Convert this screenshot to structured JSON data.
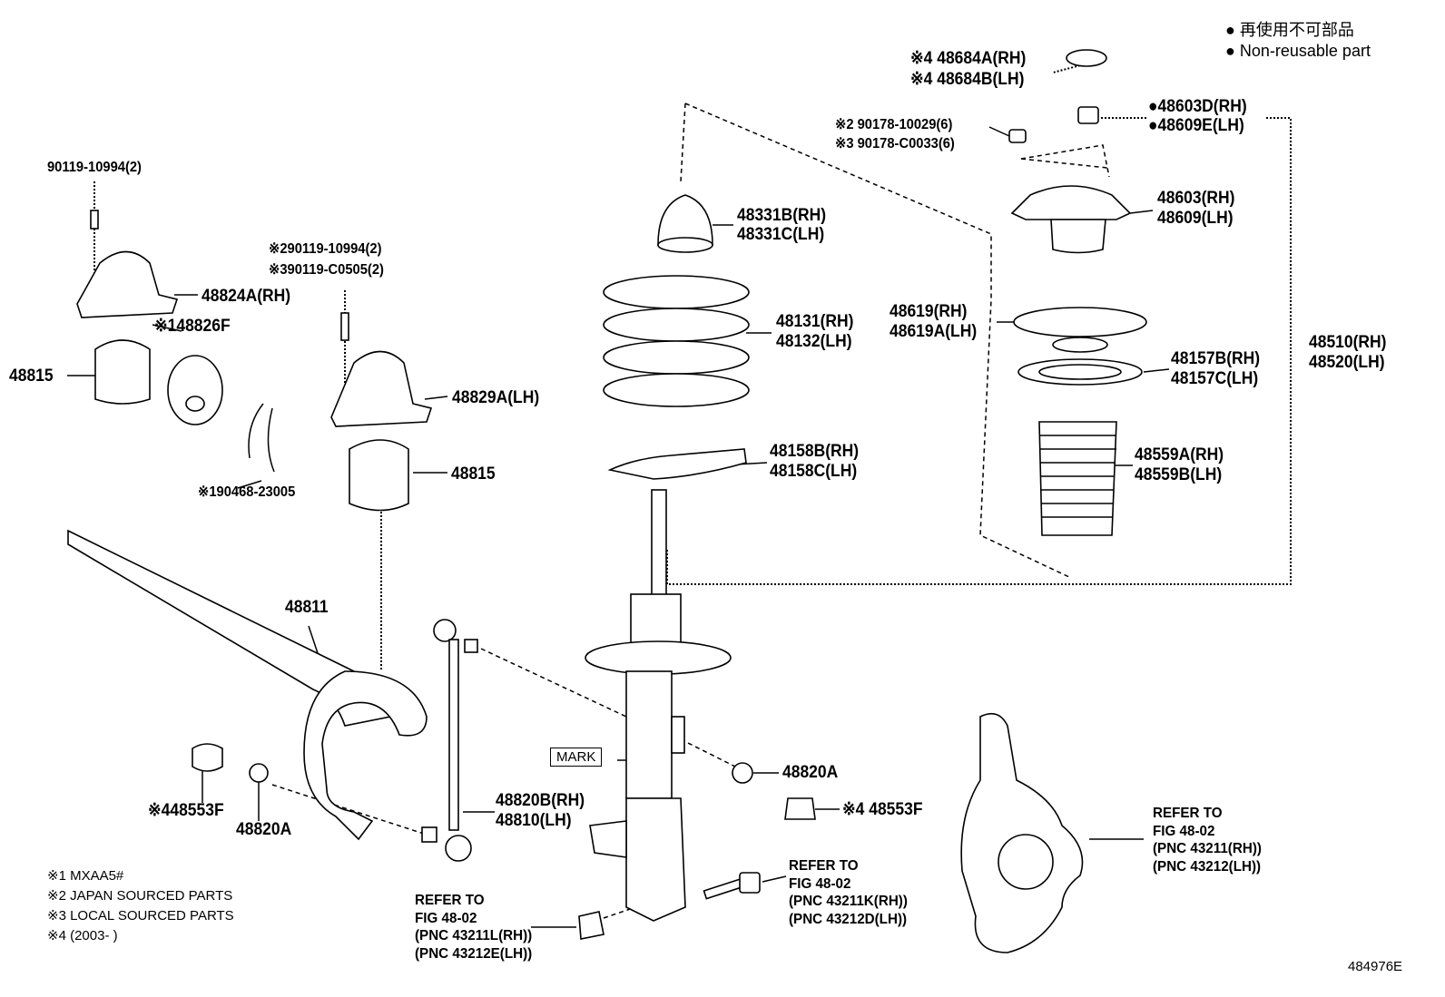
{
  "legend": {
    "jp": "● 再使用不可部品",
    "en": "● Non-reusable part"
  },
  "labels": {
    "p48684a": "※4 48684A(RH)",
    "p48684b": "※4 48684B(LH)",
    "p48603d": "●48603D(RH)",
    "p48609e": "●48609E(LH)",
    "n90178a": "※2 90178-10029(6)",
    "n90178b": "※3 90178-C0033(6)",
    "p48603": "48603(RH)",
    "p48609": "48609(LH)",
    "p48331b": "48331B(RH)",
    "p48331c": "48331C(LH)",
    "b90119": "90119-10994(2)",
    "b90119j": "※290119-10994(2)",
    "b90119l": "※390119-C0505(2)",
    "p48824a": "48824A(RH)",
    "p48826f": "※148826F",
    "p48815a": "48815",
    "p48829a": "48829A(LH)",
    "p48131": "48131(RH)",
    "p48132": "48132(LH)",
    "p48619": "48619(RH)",
    "p48619a": "48619A(LH)",
    "p48157b": "48157B(RH)",
    "p48157c": "48157C(LH)",
    "p48510": "48510(RH)",
    "p48520": "48520(LH)",
    "p48158b": "48158B(RH)",
    "p48158c": "48158C(LH)",
    "p48559a": "48559A(RH)",
    "p48559b": "48559B(LH)",
    "p48815b": "48815",
    "p90468": "※190468-23005",
    "p48811": "48811",
    "mark": "MARK",
    "p48820a1": "48820A",
    "p48553f1": "※4 48553F",
    "p48553f2": "※448553F",
    "p48820a2": "48820A",
    "p48820b": "48820B(RH)",
    "p48810": "48810(LH)",
    "diagram_id": "484976E"
  },
  "refs": {
    "knuckle": [
      "REFER TO",
      "FIG 48-02",
      "(PNC 43211(RH))",
      "(PNC 43212(LH))"
    ],
    "bolt": [
      "REFER TO",
      "FIG 48-02",
      "(PNC 43211K(RH))",
      "(PNC 43212D(LH))"
    ],
    "nut": [
      "REFER TO",
      "FIG 48-02",
      "(PNC 43211L(RH))",
      "(PNC 43212E(LH))"
    ]
  },
  "notes": [
    "※1 MXAA5#",
    "※2 JAPAN SOURCED PARTS",
    "※3 LOCAL SOURCED PARTS",
    "※4 (2003-      )"
  ]
}
